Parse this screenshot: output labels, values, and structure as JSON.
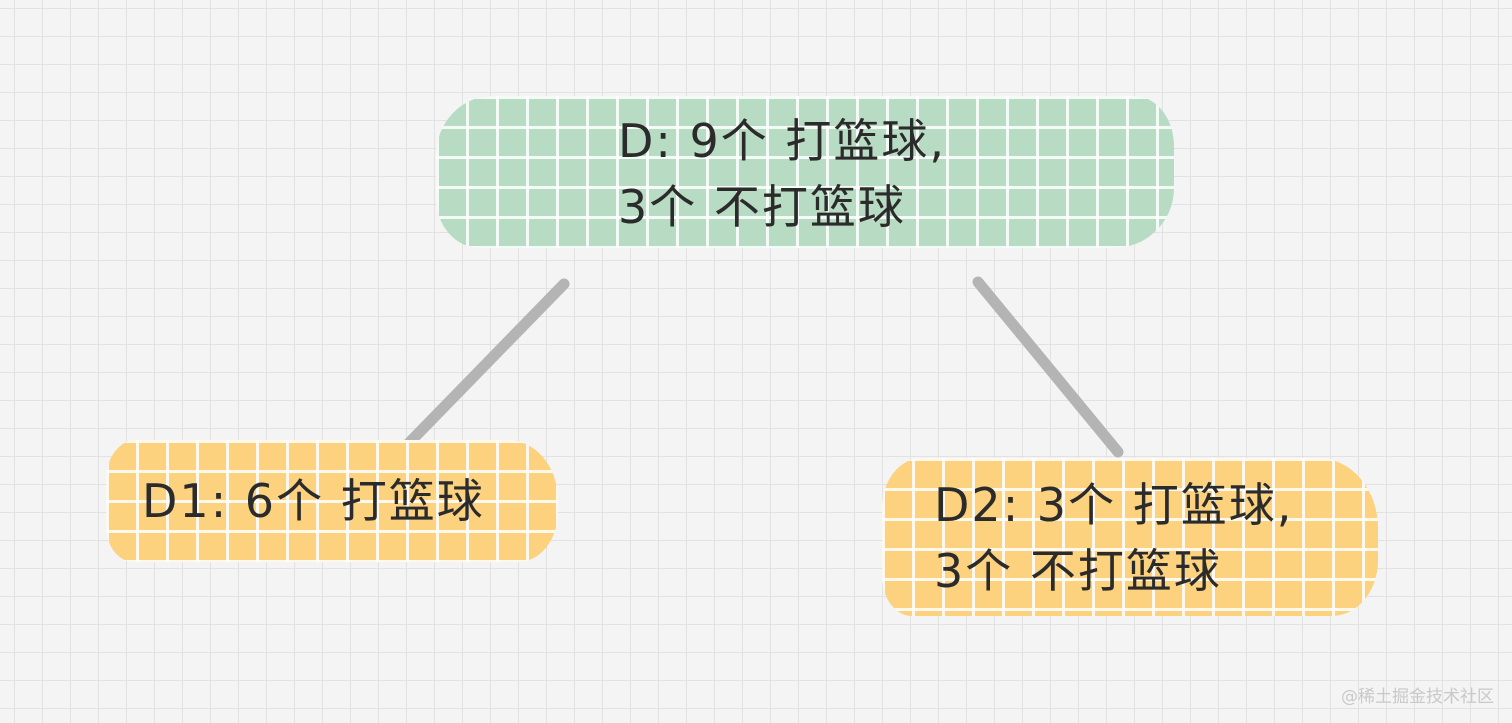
{
  "colors": {
    "root_fill": "#b8dcc3",
    "child_fill": "#fcd27f",
    "connector": "#b4b4b4",
    "text": "#2b2b2b"
  },
  "nodes": {
    "root": {
      "line1": "D: 9个 打篮球,",
      "line2": "3个 不打篮球"
    },
    "left": {
      "line1": "D1: 6个 打篮球"
    },
    "right": {
      "line1": "D2: 3个 打篮球,",
      "line2": "3个 不打篮球"
    }
  },
  "watermark": "@稀土掘金技术社区"
}
